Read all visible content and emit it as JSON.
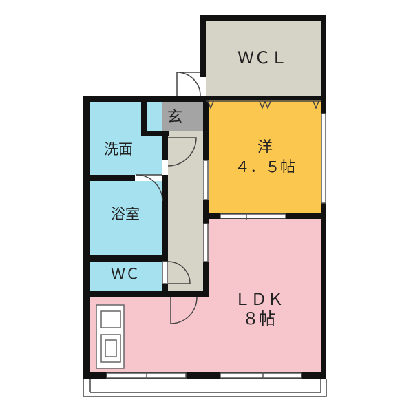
{
  "rooms": {
    "wcl": {
      "label": "ＷＣＬ",
      "color": "#d6d3c7"
    },
    "genkan": {
      "label": "玄",
      "color": "#a4a4a4"
    },
    "yo": {
      "label_line1": "洋",
      "label_line2": "４．５帖",
      "color": "#fbc74f"
    },
    "senmen": {
      "label": "洗面",
      "color": "#a6e1ef"
    },
    "yokushitsu": {
      "label": "浴室",
      "color": "#a6e1ef"
    },
    "wc": {
      "label": "ＷＣ",
      "color": "#a6e1ef"
    },
    "ldk": {
      "label_line1": "ＬＤＫ",
      "label_line2": "８帖",
      "color": "#f7c6cc"
    },
    "hallway": {
      "color": "#d6d3c7"
    }
  },
  "colors": {
    "wall": "#111111",
    "door": "#444444",
    "window": "#555555"
  }
}
